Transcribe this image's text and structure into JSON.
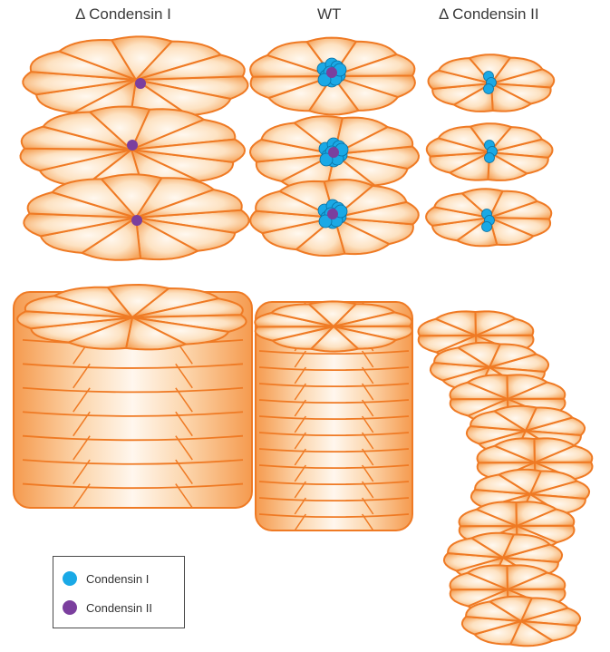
{
  "titles": {
    "delta_condensin_1": "Δ Condensin I",
    "wt": "WT",
    "delta_condensin_2": "Δ Condensin II"
  },
  "legend": {
    "items": [
      {
        "label": "Condensin I",
        "color": "#1aa9e6"
      },
      {
        "label": "Condensin II",
        "color": "#7b3f9e"
      }
    ]
  },
  "colors": {
    "loop_fill_edge": "#f6a05a",
    "loop_fill_center": "#fff6ec",
    "loop_stroke": "#ef7a24",
    "condensin_1": "#1aa9e6",
    "condensin_2": "#7b3f9e"
  }
}
